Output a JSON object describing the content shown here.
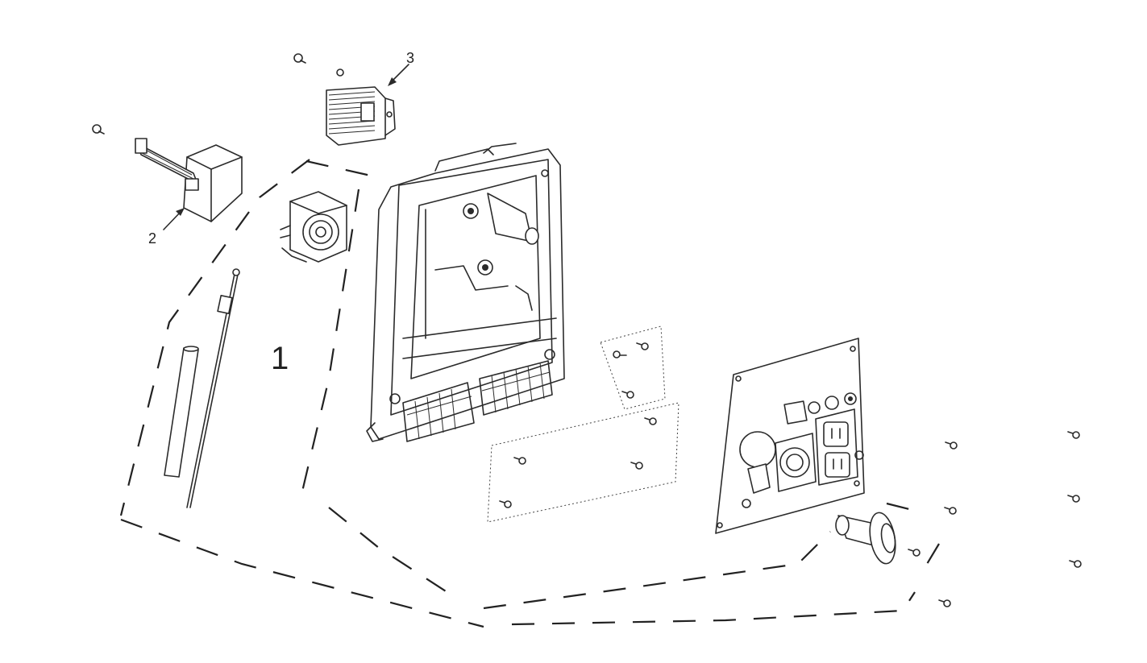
{
  "callouts": {
    "group_label": "1",
    "part_2": "2",
    "part_3": "3"
  },
  "colors": {
    "line": "#2b2b2b",
    "background": "#ffffff"
  }
}
